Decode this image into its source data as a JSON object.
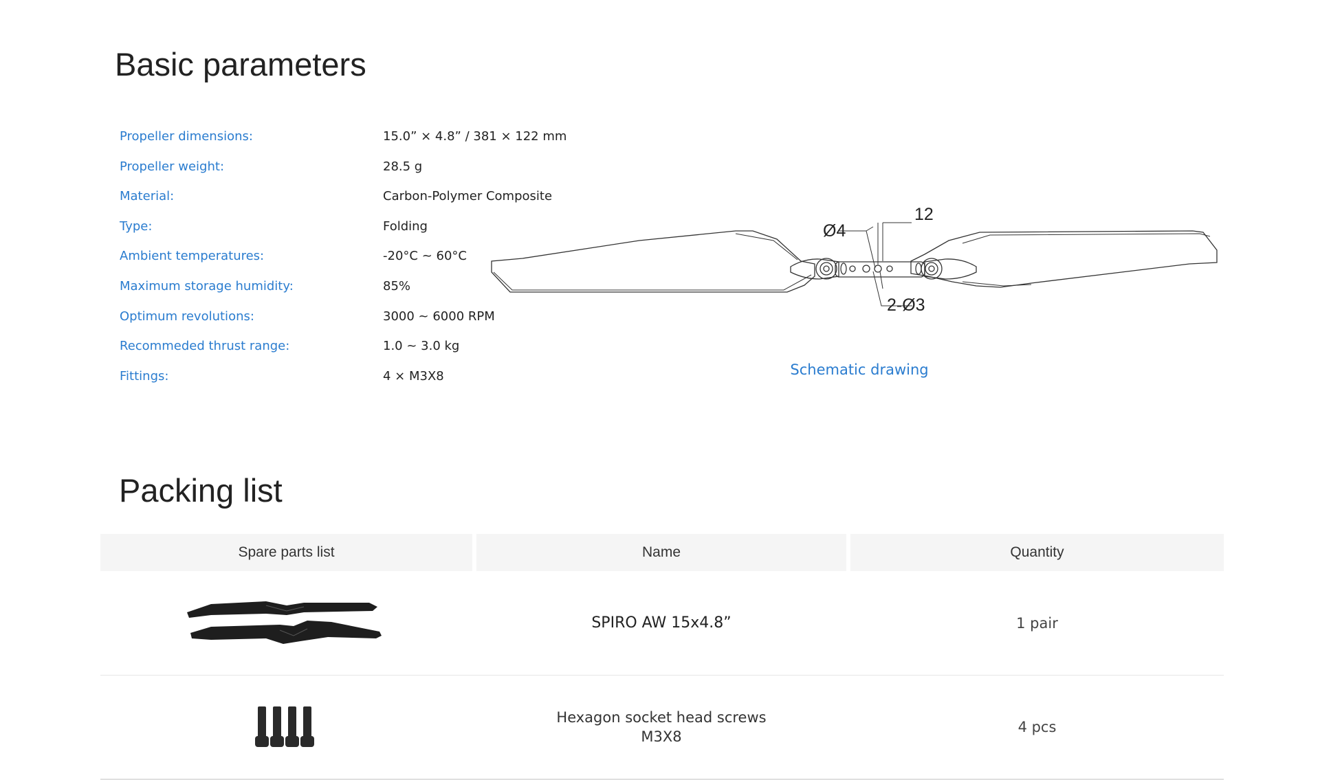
{
  "basic": {
    "title": "Basic parameters",
    "params": [
      {
        "label": "Propeller dimensions:",
        "value": "15.0” × 4.8” / 381 × 122 mm"
      },
      {
        "label": "Propeller weight:",
        "value": "28.5 g"
      },
      {
        "label": "Material:",
        "value": "Carbon-Polymer Composite"
      },
      {
        "label": "Type:",
        "value": "Folding"
      },
      {
        "label": "Ambient temperatures:",
        "value": "-20°C ~ 60°C"
      },
      {
        "label": "Maximum storage humidity:",
        "value": "85%"
      },
      {
        "label": "Optimum revolutions:",
        "value": "3000 ~ 6000 RPM"
      },
      {
        "label": "Recommeded thrust range:",
        "value": "1.0 ~ 3.0 kg"
      },
      {
        "label": "Fittings:",
        "value": "4 × M3X8"
      }
    ],
    "schematic": {
      "caption": "Schematic drawing",
      "dim_width": "12",
      "dim_hole": "Ø4",
      "dim_small_holes": "2-Ø3"
    }
  },
  "packing": {
    "title": "Packing list",
    "headers": [
      "Spare parts list",
      "Name",
      "Quantity"
    ],
    "rows": [
      {
        "name_lines": [
          "SPIRO AW 15x4.8”"
        ],
        "quantity": "1 pair",
        "image_icon": "propeller-pair-icon"
      },
      {
        "name_lines": [
          "Hexagon socket head screws",
          "M3X8"
        ],
        "quantity": "4 pcs",
        "image_icon": "screws-icon"
      }
    ]
  },
  "colors": {
    "accent": "#2a7ccf",
    "header_bg": "#f5f5f5",
    "text": "#222222"
  }
}
